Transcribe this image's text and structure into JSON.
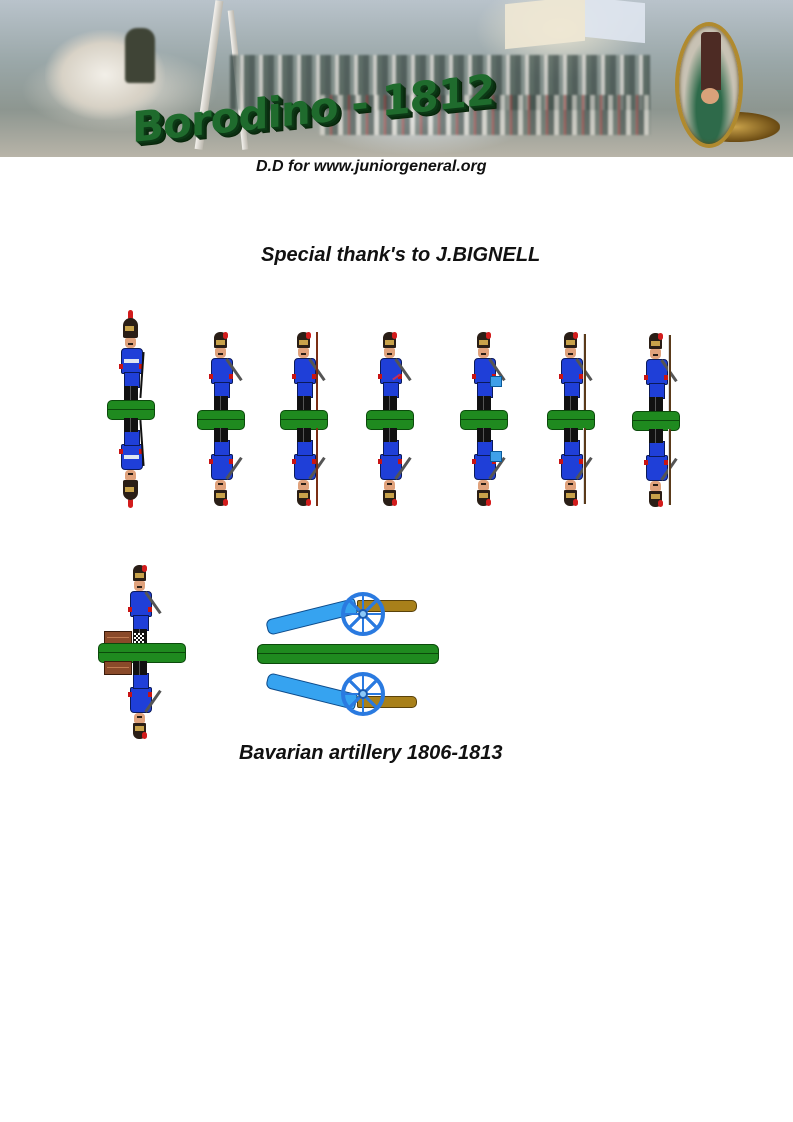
{
  "banner": {
    "title_text": "Borodino - 1812",
    "title_color": "#1f6b2d",
    "scene": "Battle of Borodino painting with oval-framed portrait of grenadier in green coat"
  },
  "credit": "D.D for www.juniorgeneral.org",
  "thanks": "Special thank's to J.BIGNELL",
  "figures": [
    {
      "id": "officer",
      "kind": "officer with sword"
    },
    {
      "id": "gunner-1",
      "kind": "gunner"
    },
    {
      "id": "gunner-2",
      "kind": "gunner with rammer pole"
    },
    {
      "id": "gunner-3",
      "kind": "gunner with tool"
    },
    {
      "id": "gunner-4",
      "kind": "gunner with bucket"
    },
    {
      "id": "gunner-5",
      "kind": "gunner with musket"
    },
    {
      "id": "gunner-6",
      "kind": "gunner with musket"
    },
    {
      "id": "gunner-7",
      "kind": "gunner with ammunition crate"
    },
    {
      "id": "cannon",
      "kind": "field gun"
    }
  ],
  "colors": {
    "uniform": "#1f3fd8",
    "base": "#1f8a1f",
    "cuffs": "#c81414",
    "carriage": "#36a3f0",
    "barrel": "#a8801a"
  },
  "caption": "Bavarian artillery 1806-1813"
}
